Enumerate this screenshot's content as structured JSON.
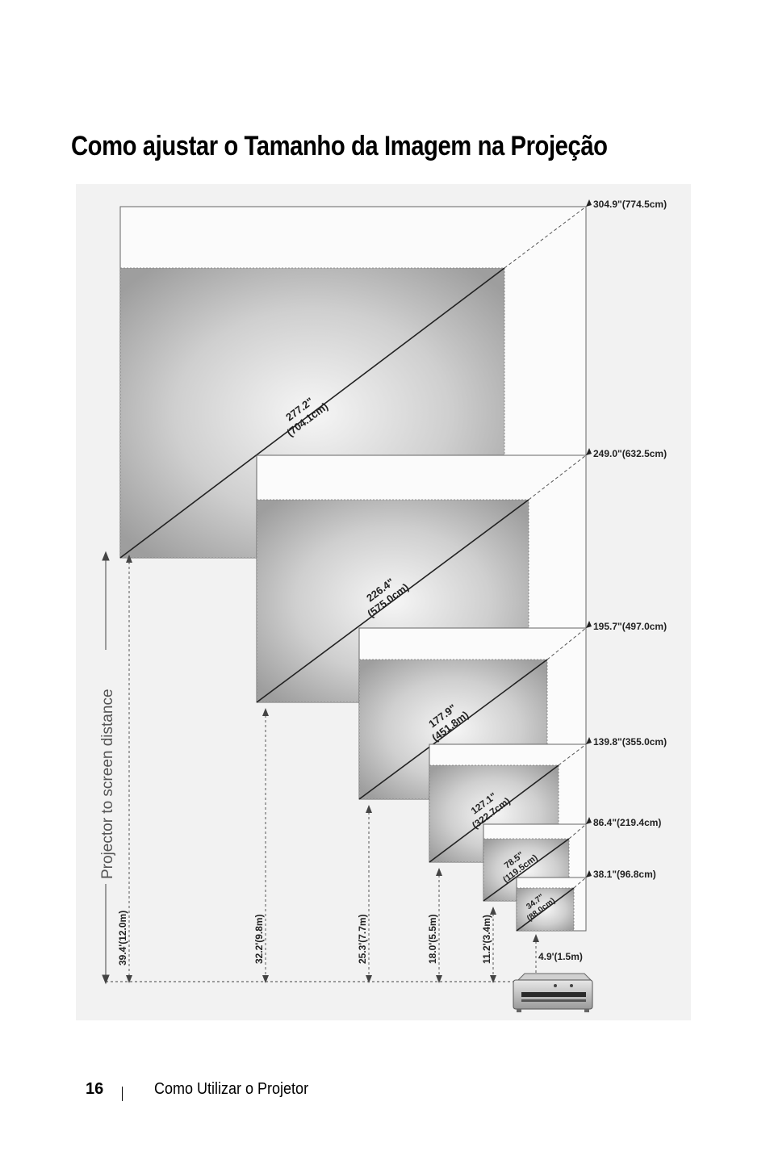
{
  "page": {
    "title": "Como ajustar o Tamanho da Imagem na Projeção",
    "footer": {
      "page_number": "16",
      "section": "Como Utilizar o Projetor"
    }
  },
  "diagram": {
    "axis_label": "Projector to screen distance",
    "screens": [
      {
        "diagonal_in": "277.2\"",
        "diagonal_cm": "(704.1cm)",
        "max_size": "304.9\"(774.5cm)",
        "distance": "39.4'(12.0m)"
      },
      {
        "diagonal_in": "226.4\"",
        "diagonal_cm": "(575.0cm)",
        "max_size": "249.0\"(632.5cm)",
        "distance": "32.2'(9.8m)"
      },
      {
        "diagonal_in": "177.9\"",
        "diagonal_cm": "(451.8m)",
        "max_size": "195.7\"(497.0cm)",
        "distance": "25.3'(7.7m)"
      },
      {
        "diagonal_in": "127.1\"",
        "diagonal_cm": "(322.7cm)",
        "max_size": "139.8\"(355.0cm)",
        "distance": "18.0'(5.5m)"
      },
      {
        "diagonal_in": "78.5\"",
        "diagonal_cm": "(119.5cm)",
        "max_size": "86.4\"(219.4cm)",
        "distance": "11.2'(3.4m)"
      },
      {
        "diagonal_in": "34.7\"",
        "diagonal_cm": "(88.0cm)",
        "max_size": "38.1\"(96.8cm)",
        "distance": "4.9'(1.5m)"
      }
    ]
  },
  "colors": {
    "screen_fill": "#a9a9a9",
    "screen_center": "#f6f6f6",
    "panel_bg": "#f1f1f1",
    "line": "#3a3a3a"
  }
}
